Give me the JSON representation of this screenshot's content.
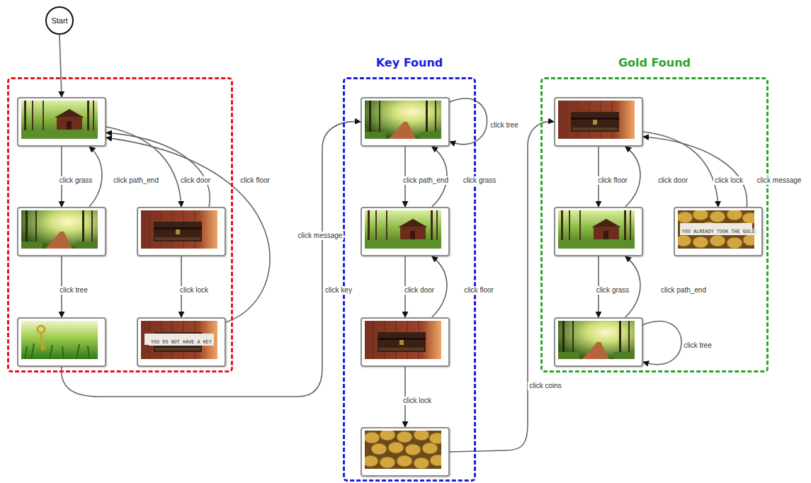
{
  "diagram": {
    "nodes": [
      {
        "text": [
          "Start"
        ]
      },
      {
        "text": []
      },
      {
        "text": [],
        "in": 1
      },
      {
        "text": [],
        "in": 1
      },
      {
        "text": [],
        "in": 1
      },
      {
        "text": [],
        "in": 1
      },
      {
        "text": [
          "YOU DO NOT HAVE A KEY"
        ],
        "in": 1
      },
      {
        "text": [
          "Key Found"
        ]
      },
      {
        "text": [],
        "in": 7
      },
      {
        "text": [],
        "in": 7
      },
      {
        "text": [],
        "in": 7
      },
      {
        "text": [],
        "in": 7
      },
      {
        "text": [
          "Gold Found"
        ]
      },
      {
        "text": [],
        "in": 12
      },
      {
        "text": [],
        "in": 12
      },
      {
        "text": [
          "YOU ALREADY TOOK THE GOLD"
        ],
        "in": 12
      },
      {
        "text": [],
        "in": 12
      }
    ],
    "edges": [
      {
        "from": 0,
        "to": 2,
        "arrow": "to"
      },
      {
        "from": 2,
        "to": 3,
        "label": "click grass",
        "arrow": "to"
      },
      {
        "from": 3,
        "to": 2,
        "label": "click path_end",
        "arrow": "to"
      },
      {
        "from": 2,
        "to": 4,
        "label": "click door",
        "arrow": "to"
      },
      {
        "from": 4,
        "to": 2,
        "label": "click floor",
        "arrow": "to"
      },
      {
        "from": 3,
        "to": 5,
        "label": "click tree",
        "arrow": "to"
      },
      {
        "from": 4,
        "to": 6,
        "label": "click lock",
        "arrow": "to"
      },
      {
        "from": 6,
        "to": 2,
        "label": "click message",
        "arrow": "to"
      },
      {
        "from": 5,
        "to": 8,
        "label": "click key",
        "arrow": "to"
      },
      {
        "from": 8,
        "to": 8,
        "label": "click tree",
        "arrow": "to"
      },
      {
        "from": 8,
        "to": 9,
        "label": "click path_end",
        "arrow": "to"
      },
      {
        "from": 9,
        "to": 8,
        "label": "click grass",
        "arrow": "to"
      },
      {
        "from": 9,
        "to": 10,
        "label": "click door",
        "arrow": "to"
      },
      {
        "from": 10,
        "to": 9,
        "label": "click floor",
        "arrow": "to"
      },
      {
        "from": 10,
        "to": 11,
        "label": "click lock",
        "arrow": "to"
      },
      {
        "from": 11,
        "to": 13,
        "label": "click coins",
        "arrow": "to"
      },
      {
        "from": 13,
        "to": 14,
        "label": "click floor",
        "arrow": "to"
      },
      {
        "from": 14,
        "to": 13,
        "label": "click door",
        "arrow": "to"
      },
      {
        "from": 13,
        "to": 15,
        "label": "click lock",
        "arrow": "to"
      },
      {
        "from": 15,
        "to": 13,
        "label": "click message",
        "arrow": "to"
      },
      {
        "from": 14,
        "to": 16,
        "label": "click grass",
        "arrow": "to"
      },
      {
        "from": 16,
        "to": 14,
        "label": "click path_end",
        "arrow": "to"
      },
      {
        "from": 16,
        "to": 16,
        "label": "click tree",
        "arrow": "to"
      }
    ]
  }
}
